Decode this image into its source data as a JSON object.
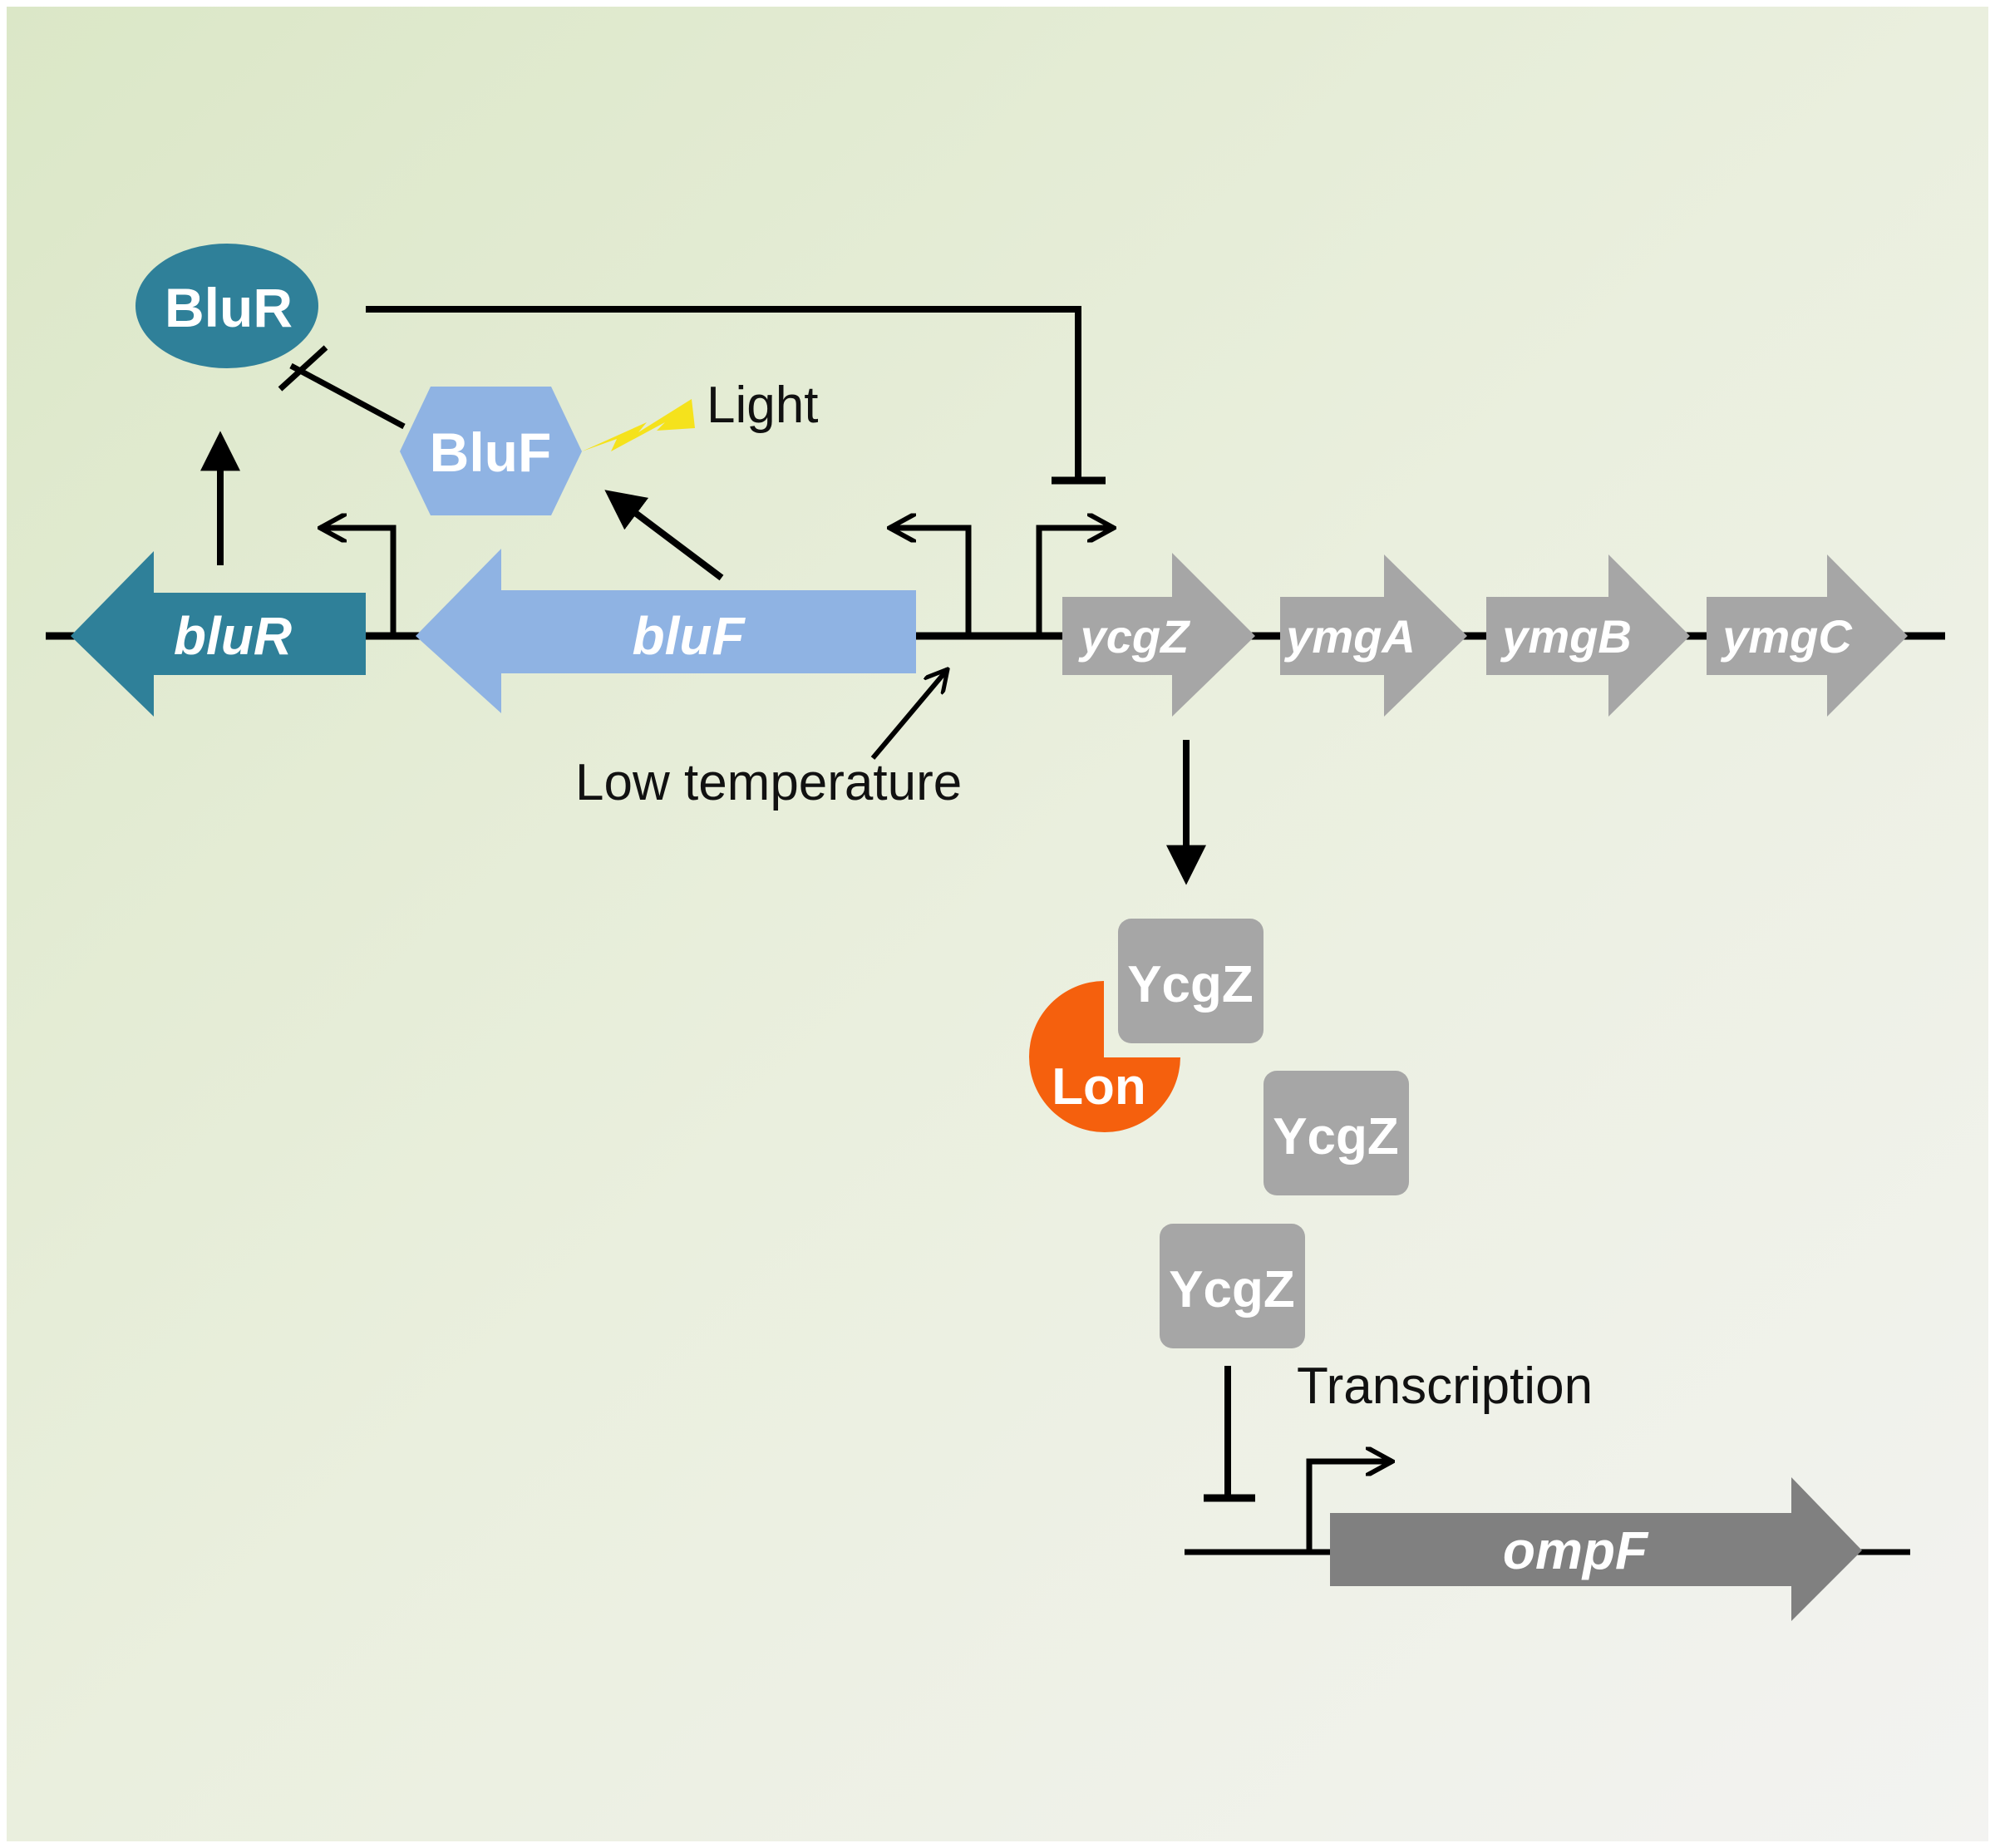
{
  "colors": {
    "bluR": "#2f8099",
    "bluF": "#8fb3e3",
    "ycgZ_operon": "#a6a6a6",
    "ompF": "#808080",
    "lon": "#f5600d",
    "light": "#f5e21c",
    "line": "#000000",
    "background_start": "#dde8cb",
    "background_end": "#f4f4f2"
  },
  "genes": {
    "bluR": "bluR",
    "bluF": "bluF",
    "ycgZ": "ycgZ",
    "ymgA": "ymgA",
    "ymgB": "ymgB",
    "ymgC": "ymgC",
    "ompF": "ompF"
  },
  "proteins": {
    "BluR": "BluR",
    "BluF": "BluF",
    "YcgZ_1": "YcgZ",
    "YcgZ_2": "YcgZ",
    "YcgZ_3": "YcgZ",
    "Lon": "Lon"
  },
  "annotations": {
    "light": "Light",
    "low_temperature": "Low temperature",
    "transcription": "Transcription"
  },
  "icons": {
    "light": "lightning-bolt-icon"
  }
}
